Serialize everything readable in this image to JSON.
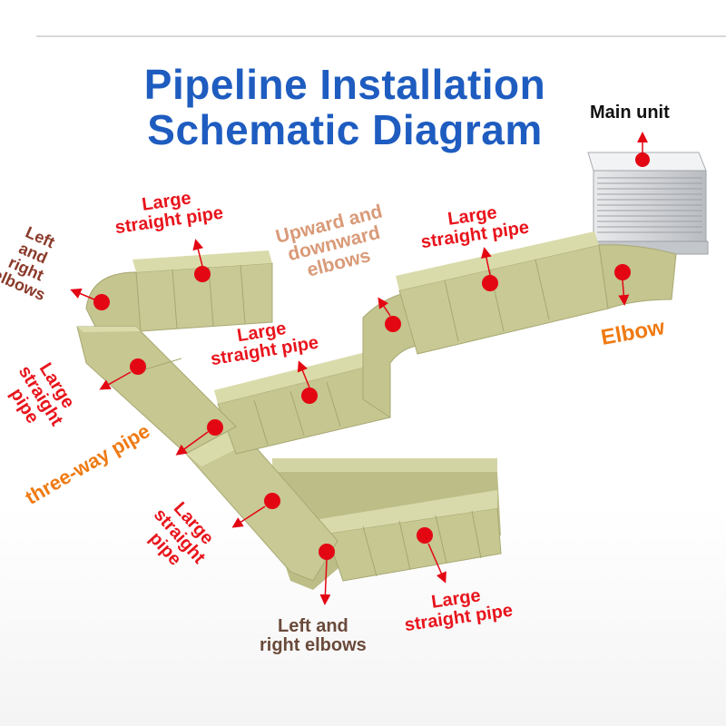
{
  "title": {
    "line1": "Pipeline Installation",
    "line2": "Schematic Diagram"
  },
  "labels": {
    "main_unit": "Main unit",
    "large_pipe_top_left_1": "Large",
    "large_pipe_top_left_2": "straight pipe",
    "left_right_elbows_top_1": "Left",
    "left_right_elbows_top_2": "and",
    "left_right_elbows_top_3": "right",
    "left_right_elbows_top_4": "elbows",
    "updown_elbows_1": "Upward and",
    "updown_elbows_2": "downward",
    "updown_elbows_3": "elbows",
    "large_pipe_top_right_1": "Large",
    "large_pipe_top_right_2": "straight pipe",
    "elbow": "Elbow",
    "large_pipe_middle_1": "Large",
    "large_pipe_middle_2": "straight pipe",
    "large_pipe_left_vertical_1": "Large",
    "large_pipe_left_vertical_2": "straight",
    "large_pipe_left_vertical_3": "pipe",
    "three_way_pipe": "three-way pipe",
    "large_pipe_lower_1": "Large",
    "large_pipe_lower_2": "straight",
    "large_pipe_lower_3": "pipe",
    "left_right_elbows_bottom_1": "Left and",
    "left_right_elbows_bottom_2": "right elbows",
    "large_pipe_bottom_right_1": "Large",
    "large_pipe_bottom_right_2": "straight pipe"
  },
  "colors": {
    "title": "#1e5cc0",
    "red_label": "#e8141c",
    "tan_label": "#d99a78",
    "orange_label": "#ef7a12",
    "brown_label": "#6a4a3a",
    "pipe_top": "#d2d3a2",
    "pipe_side": "#b9ba84",
    "marker": "#e30613"
  }
}
